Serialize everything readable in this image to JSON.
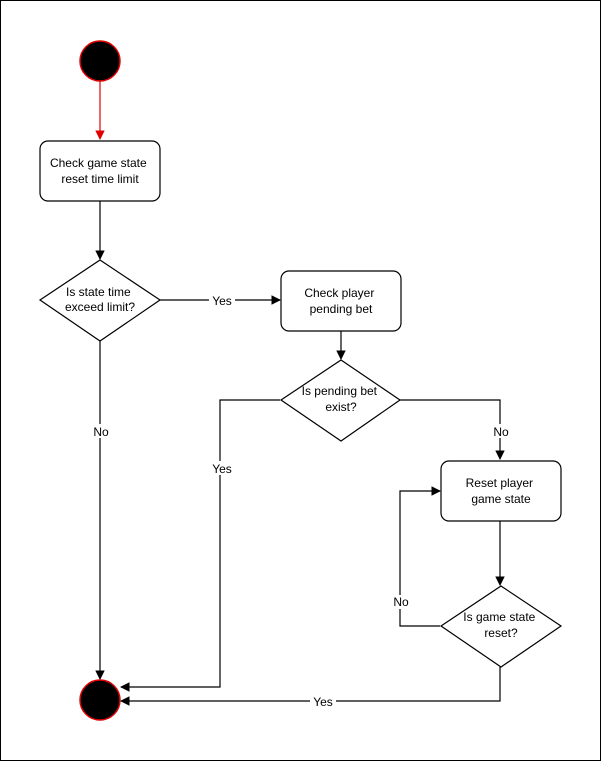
{
  "colors": {
    "stroke": "#000000",
    "node_fill": "#ffffff",
    "terminal_fill": "#000000",
    "terminal_border": "#e00000",
    "start_arrow": "#e00000"
  },
  "nodes": {
    "check_game_state": {
      "lines": [
        "Check game state",
        "reset time limit"
      ]
    },
    "state_time_decision": {
      "lines": [
        "Is state time",
        "exceed limit?"
      ]
    },
    "check_pending_bet": {
      "lines": [
        "Check player",
        "pending bet"
      ]
    },
    "pending_bet_decision": {
      "lines": [
        "Is pending bet",
        "exist?"
      ]
    },
    "reset_player_state": {
      "lines": [
        "Reset player",
        "game state"
      ]
    },
    "game_state_reset_decision": {
      "lines": [
        "Is game state",
        "reset?"
      ]
    }
  },
  "edges": {
    "state_time_yes": "Yes",
    "state_time_no": "No",
    "pending_bet_yes": "Yes",
    "pending_bet_no": "No",
    "game_state_reset_no": "No",
    "game_state_reset_yes": "Yes"
  }
}
